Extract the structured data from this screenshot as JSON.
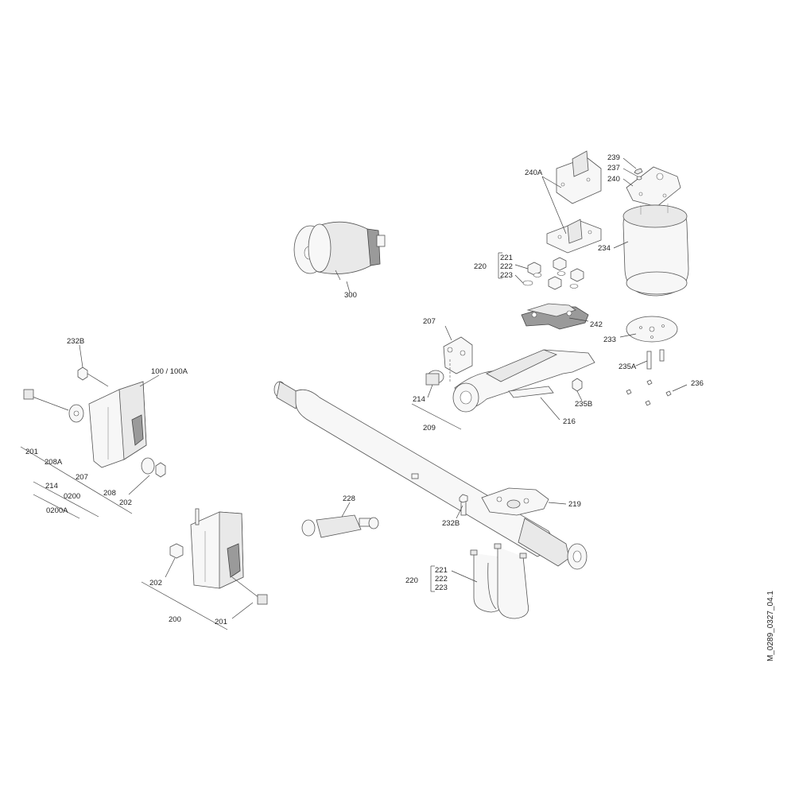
{
  "drawing_code": "M_0289_0327_04.1",
  "labels": {
    "l_300": "300",
    "l_240A": "240A",
    "l_239": "239",
    "l_237": "237",
    "l_240": "240",
    "l_234": "234",
    "l_221a": "221",
    "l_222a": "222",
    "l_223a": "223",
    "l_220a": "220",
    "l_242": "242",
    "l_207a": "207",
    "l_233": "233",
    "l_235A": "235A",
    "l_236": "236",
    "l_214a": "214",
    "l_235B": "235B",
    "l_209": "209",
    "l_216": "216",
    "l_232Ba": "232B",
    "l_100": "100 / 100A",
    "l_201a": "201",
    "l_208A": "208A",
    "l_207b": "207",
    "l_214b": "214",
    "l_0200": "0200",
    "l_0200A": "0200A",
    "l_208": "208",
    "l_202a": "202",
    "l_228": "228",
    "l_219": "219",
    "l_232Bb": "232B",
    "l_221b": "221",
    "l_222b": "222",
    "l_223b": "223",
    "l_220b": "220",
    "l_202b": "202",
    "l_200": "200",
    "l_201b": "201"
  }
}
